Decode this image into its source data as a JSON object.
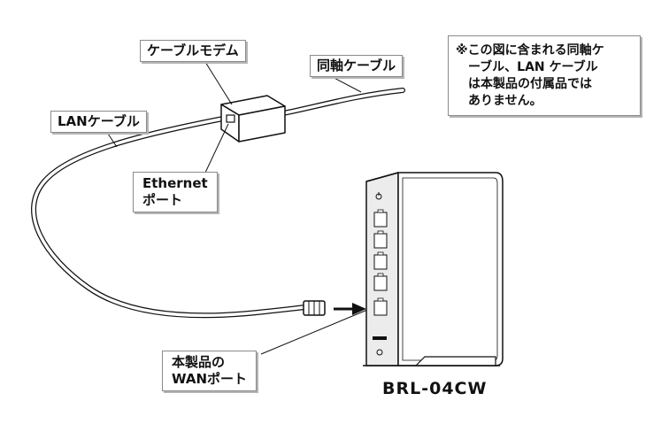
{
  "labels": {
    "cable_modem": "ケーブルモデム",
    "coax_cable": "同軸ケーブル",
    "lan_cable": "LANケーブル",
    "ethernet_port_line1": "Ethernet",
    "ethernet_port_line2": "ポート",
    "wan_port_line1": "本製品の",
    "wan_port_line2": "WANポート"
  },
  "note": {
    "lines": [
      "※この図に含まれる同軸ケ",
      "　ーブル、LAN ケーブル",
      "　は本製品の付属品では",
      "　ありません。"
    ]
  },
  "device": {
    "model": "BRL-04CW"
  },
  "colors": {
    "outline": "#111111",
    "label_border": "#8a8a8a",
    "label_shadow": "#b5b5b5",
    "device_side": "#e6e6e6"
  }
}
